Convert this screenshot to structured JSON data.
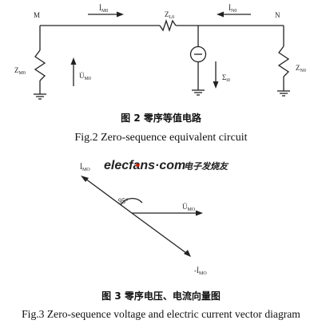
{
  "circuit": {
    "node_m": "M",
    "node_n": "N",
    "z_line": {
      "main": "Z",
      "sub": "L0"
    },
    "z_m": {
      "main": "Z",
      "sub": "M0"
    },
    "z_n": {
      "main": "Z",
      "sub": "N0"
    },
    "i_m": {
      "main": "İ",
      "sub": "M0"
    },
    "i_n": {
      "main": "İ",
      "sub": "N0"
    },
    "u_m": {
      "main": "U̇",
      "sub": "M0"
    },
    "sigma": {
      "main": "Σ",
      "sub": "i0"
    }
  },
  "figure2": {
    "caption_cn": "图 2  零序等值电路",
    "caption_en": "Fig.2 Zero-sequence equivalent circuit"
  },
  "watermark": {
    "logo": "elecfans·com",
    "tagline": "电子发烧友",
    "colors": {
      "text": "#1a1a1a",
      "dot": "#d81e06"
    }
  },
  "vectors": {
    "i_m": {
      "main": "İ",
      "sub": "MO"
    },
    "u_m": {
      "main": "U̇",
      "sub": "MO"
    },
    "neg_i_m": {
      "main": "-İ",
      "sub": "MO"
    },
    "angle": "95°"
  },
  "figure3": {
    "caption_cn": "图 3  零序电压、电流向量图",
    "caption_en": "Fig.3 Zero-sequence voltage and electric current vector diagram"
  }
}
